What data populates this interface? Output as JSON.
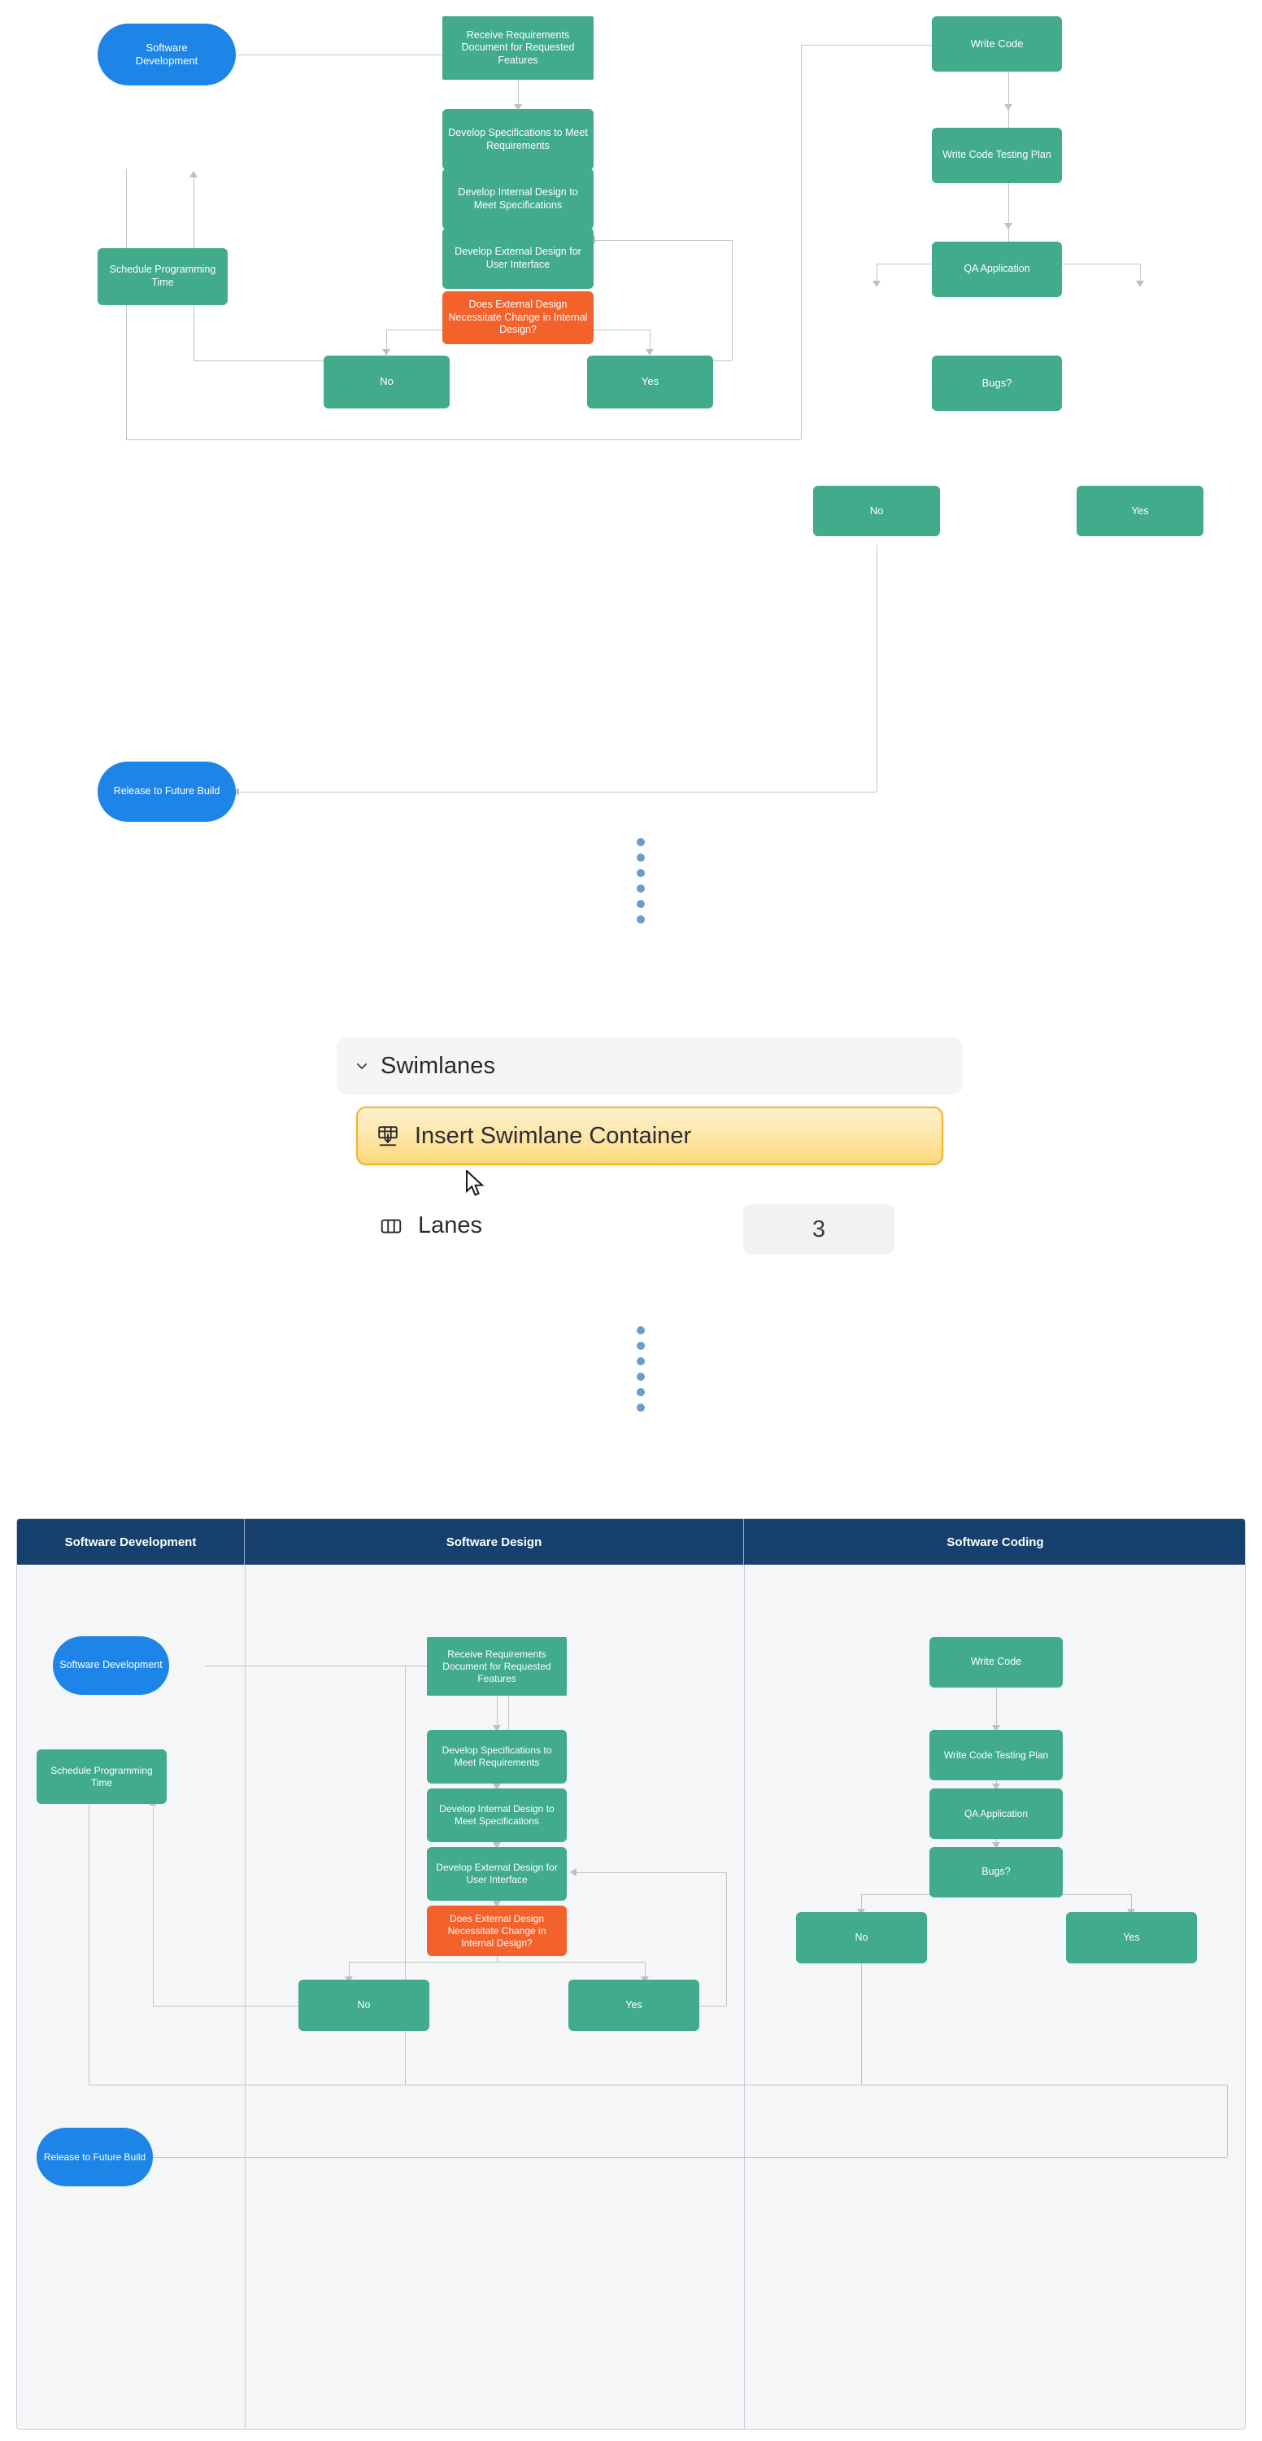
{
  "app": {
    "background": "#ffffff",
    "accent_green": "#41ab8b",
    "accent_orange": "#f4622c",
    "accent_blue": "#1d85e8",
    "lane_header_blue": "#16416e",
    "highlight_yellow": "#f0b429",
    "dot_blue": "#6e9bc9"
  },
  "flowchart_top": {
    "nodes": [
      {
        "id": "software-development",
        "label": "Software\nDevelopment",
        "shape": "rounded-pill",
        "color": "blue"
      },
      {
        "id": "receive-requirements",
        "label": "Receive Requirements Document for Requested Features",
        "shape": "rect",
        "color": "green"
      },
      {
        "id": "develop-specifications",
        "label": "Develop Specifications to Meet Requirements",
        "shape": "rect",
        "color": "green"
      },
      {
        "id": "develop-internal-design",
        "label": "Develop Internal Design to Meet Specifications",
        "shape": "rect",
        "color": "green"
      },
      {
        "id": "develop-external-design",
        "label": "Develop External Design for User Interface",
        "shape": "rect",
        "color": "green"
      },
      {
        "id": "external-design-decision",
        "label": "Does External Design Necessitate Change in Internal Design?",
        "shape": "rect",
        "color": "orange"
      },
      {
        "id": "design-no",
        "label": "No",
        "shape": "rect",
        "color": "green"
      },
      {
        "id": "design-yes",
        "label": "Yes",
        "shape": "rect",
        "color": "green"
      },
      {
        "id": "schedule-programming-time",
        "label": "Schedule Programming Time",
        "shape": "rect",
        "color": "green"
      },
      {
        "id": "release-to-future-build",
        "label": "Release to\nFuture Build",
        "shape": "rounded-pill",
        "color": "blue"
      },
      {
        "id": "write-code",
        "label": "Write Code",
        "shape": "rect",
        "color": "green"
      },
      {
        "id": "write-code-testing-plan",
        "label": "Write Code Testing Plan",
        "shape": "rect",
        "color": "green"
      },
      {
        "id": "qa-application",
        "label": "QA Application",
        "shape": "rect",
        "color": "green"
      },
      {
        "id": "bugs",
        "label": "Bugs?",
        "shape": "rect",
        "color": "green"
      },
      {
        "id": "bugs-no",
        "label": "No",
        "shape": "rect",
        "color": "green"
      },
      {
        "id": "bugs-yes",
        "label": "Yes",
        "shape": "rect",
        "color": "green"
      }
    ],
    "labels": {
      "software_development": "Software Development",
      "receive_requirements": "Receive Requirements Document for Requested Features",
      "develop_specifications": "Develop Specifications to Meet Requirements",
      "develop_internal_design": "Develop Internal Design to Meet Specifications",
      "develop_external_design": "Develop External Design for User Interface",
      "external_design_decision": "Does External Design Necessitate Change in Internal Design?",
      "design_no": "No",
      "design_yes": "Yes",
      "schedule_programming_time": "Schedule Programming Time",
      "release_to_future_build": "Release to Future Build",
      "write_code": "Write Code",
      "write_code_testing_plan": "Write Code Testing Plan",
      "qa_application": "QA Application",
      "bugs": "Bugs?",
      "bugs_no": "No",
      "bugs_yes": "Yes"
    }
  },
  "separator": {
    "dot_count": 6
  },
  "swimlanes_panel": {
    "section_title": "Swimlanes",
    "chevron_icon": "chevron-down-icon",
    "insert_button": {
      "label": "Insert Swimlane Container",
      "icon": "insert-swimlane-grid-icon",
      "state": "highlighted"
    },
    "lanes_row": {
      "label": "Lanes",
      "icon": "lanes-columns-icon",
      "value": "3"
    },
    "cursor": "mouse-pointer"
  },
  "swimlane_diagram": {
    "lanes": [
      {
        "title": "Software Development"
      },
      {
        "title": "Software Design"
      },
      {
        "title": "Software Coding"
      }
    ],
    "labels": {
      "software_development": "Software Development",
      "receive_requirements": "Receive Requirements Document for Requested Features",
      "develop_specifications": "Develop Specifications to Meet Requirements",
      "develop_internal_design": "Develop Internal Design to Meet Specifications",
      "develop_external_design": "Develop External Design for User Interface",
      "external_design_decision": "Does External Design Necessitate Change in Internal Design?",
      "design_no": "No",
      "design_yes": "Yes",
      "schedule_programming_time": "Schedule Programming Time",
      "release_to_future_build": "Release to Future Build",
      "write_code": "Write Code",
      "write_code_testing_plan": "Write Code Testing Plan",
      "qa_application": "QA Application",
      "bugs": "Bugs?",
      "bugs_no": "No",
      "bugs_yes": "Yes"
    }
  }
}
